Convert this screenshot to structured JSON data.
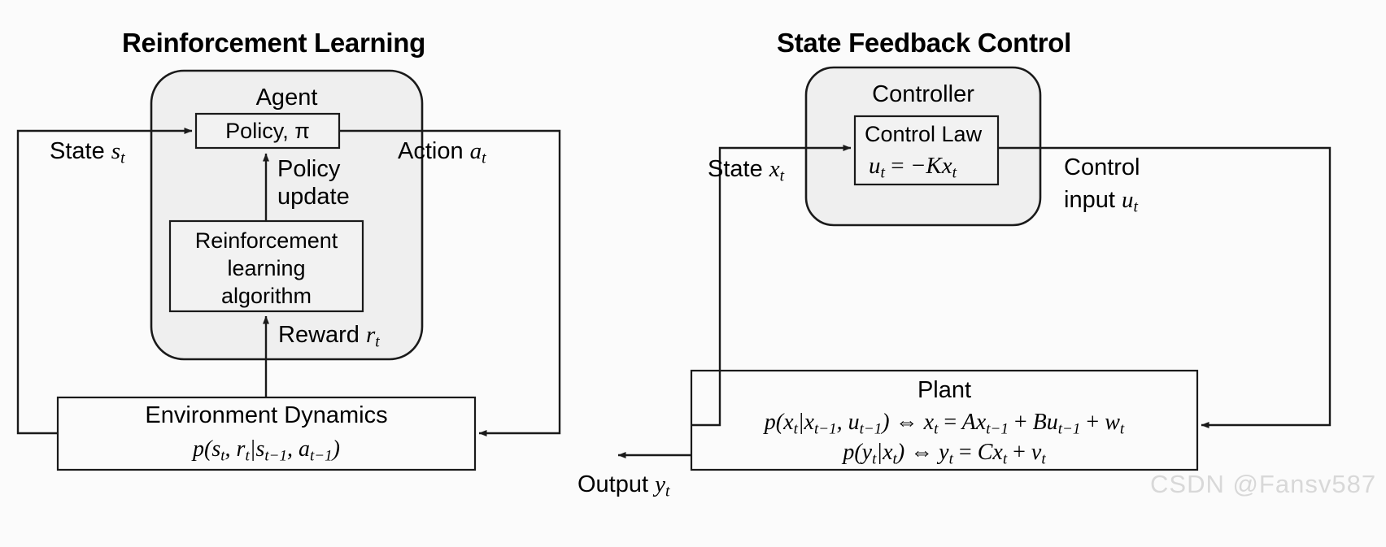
{
  "diagram": {
    "watermark": "CSDN @Fansv587",
    "panels": [
      {
        "id": "reinforcement-learning",
        "title": "Reinforcement Learning",
        "outer_container": {
          "label": "Agent"
        },
        "blocks": [
          {
            "id": "policy",
            "label": "Policy, π"
          },
          {
            "id": "rl-algorithm",
            "line1": "Reinforcement",
            "line2": "learning",
            "line3": "algorithm"
          },
          {
            "id": "environment-dynamics",
            "label": "Environment Dynamics",
            "formula": "p(sₜ, rₜ|sₜ₋₁, aₜ₋₁)"
          }
        ],
        "edge_labels": [
          {
            "id": "state",
            "text": "State sₜ"
          },
          {
            "id": "action",
            "text": "Action aₜ"
          },
          {
            "id": "policy-update-line1",
            "text": "Policy"
          },
          {
            "id": "policy-update-line2",
            "text": "update"
          },
          {
            "id": "reward",
            "text": "Reward rₜ"
          }
        ]
      },
      {
        "id": "state-feedback-control",
        "title": "State Feedback Control",
        "outer_container": {
          "label": "Controller"
        },
        "blocks": [
          {
            "id": "control-law",
            "label": "Control Law",
            "formula": "uₜ = −Kxₜ"
          },
          {
            "id": "plant",
            "label": "Plant",
            "formula_line1": "p(xₜ|xₜ₋₁, uₜ₋₁) ⇔ xₜ = Axₜ₋₁ + Buₜ₋₁ + wₜ",
            "formula_line2": "p(yₜ|xₜ) ⇔ yₜ = Cxₜ + vₜ"
          }
        ],
        "edge_labels": [
          {
            "id": "state",
            "text": "State xₜ"
          },
          {
            "id": "control-input-line1",
            "text": "Control"
          },
          {
            "id": "control-input-line2",
            "text": "input uₜ"
          },
          {
            "id": "output",
            "text": "Output yₜ"
          }
        ]
      }
    ],
    "colors": {
      "stroke": "#1a1a1a",
      "container_fill": "#efefef",
      "block_fill": "#f2f2f2",
      "background": "#fbfbfb",
      "watermark": "#d8d8d8"
    }
  }
}
